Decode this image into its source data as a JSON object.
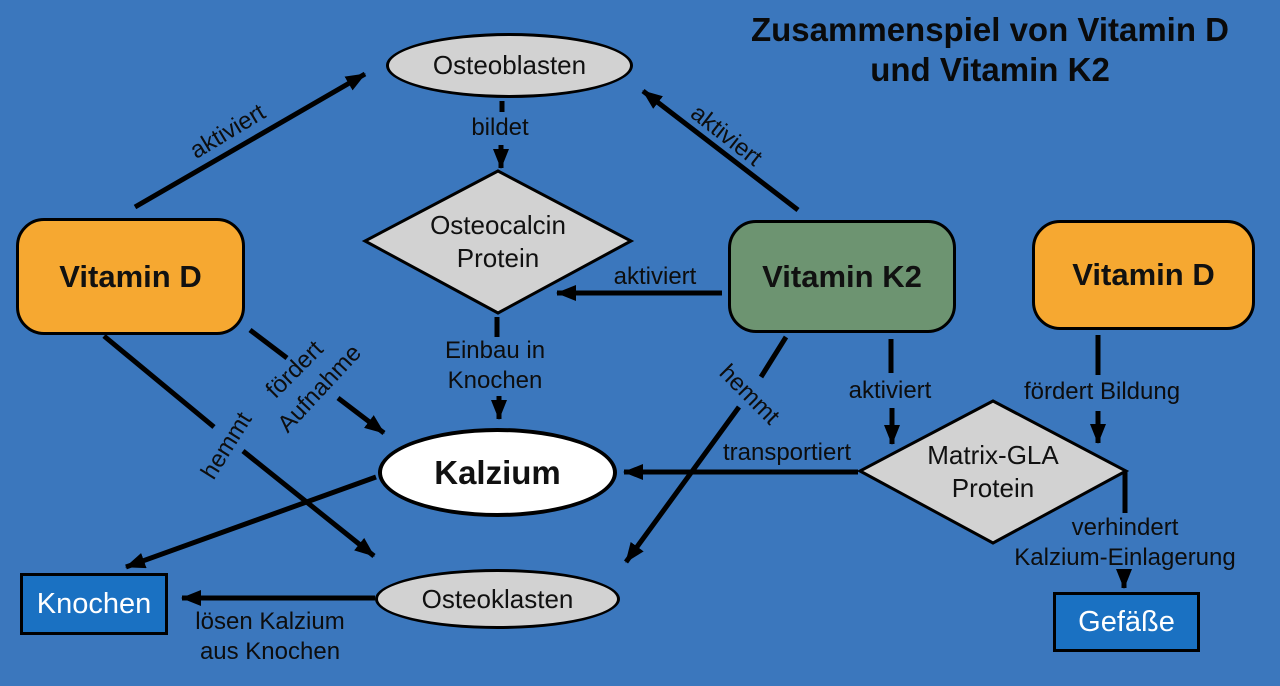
{
  "title": {
    "line1": "Zusammenspiel von Vitamin D",
    "line2": "und Vitamin K2"
  },
  "colors": {
    "background": "#3B77BD",
    "orange": "#F6A831",
    "green": "#6D9471",
    "shape_gray": "#D2D2D2",
    "box_blue": "#1A71C2",
    "line": "#000000"
  },
  "nodes": {
    "vitamin_d_left": {
      "label": "Vitamin D"
    },
    "vitamin_k2": {
      "label": "Vitamin K2"
    },
    "vitamin_d_right": {
      "label": "Vitamin D"
    },
    "osteoblasten": {
      "label": "Osteoblasten"
    },
    "osteocalcin": {
      "line1": "Osteocalcin",
      "line2": "Protein"
    },
    "kalzium": {
      "label": "Kalzium"
    },
    "matrix_gla": {
      "line1": "Matrix-GLA",
      "line2": "Protein"
    },
    "osteoklasten": {
      "label": "Osteoklasten"
    },
    "knochen": {
      "label": "Knochen"
    },
    "gefaesse": {
      "label": "Gefäße"
    }
  },
  "edge_labels": {
    "vd_left_osteoblasten": "aktiviert",
    "osteoblasten_osteocalcin": "bildet",
    "vk2_osteoblasten": "aktiviert",
    "vk2_osteocalcin": "aktiviert",
    "osteocalcin_kalzium": {
      "line1": "Einbau in",
      "line2": "Knochen"
    },
    "vd_left_kalzium": {
      "word1": "fördert",
      "word2": "Aufnahme"
    },
    "vd_left_osteoklasten": "hemmt",
    "vk2_osteoklasten": "hemmt",
    "vk2_matrix_gla": "aktiviert",
    "vd_right_matrix_gla": "fördert Bildung",
    "matrix_gla_kalzium": "transportiert",
    "matrix_gla_gefaesse": {
      "line1": "verhindert",
      "line2": "Kalzium-Einlagerung"
    },
    "osteoklasten_knochen": {
      "line1": "lösen Kalzium",
      "line2": "aus Knochen"
    }
  }
}
